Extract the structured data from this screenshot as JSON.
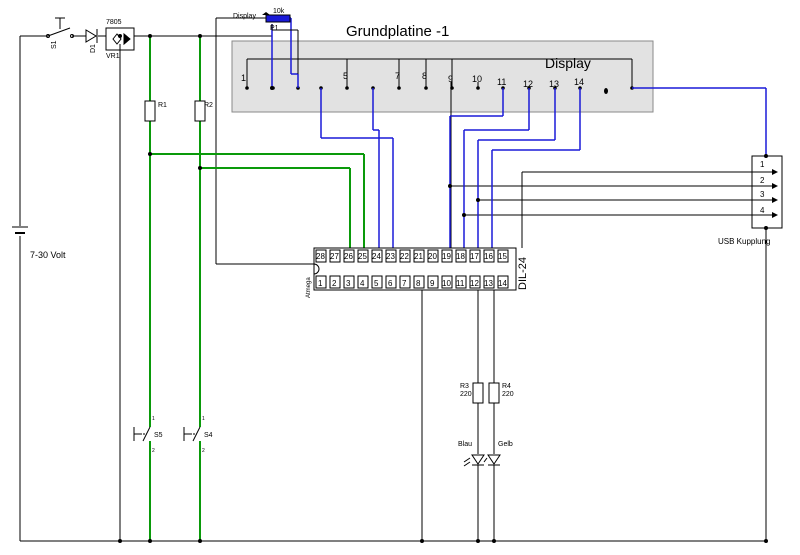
{
  "title": "Grundplatine -1",
  "display": {
    "label": "Display",
    "pins": [
      "1",
      "5",
      "7",
      "8",
      "9",
      "10",
      "11",
      "12",
      "13",
      "14"
    ]
  },
  "pot": {
    "label": "Display",
    "name": "P1",
    "value": "10k"
  },
  "regulator": {
    "type": "7805",
    "ref": "VR1"
  },
  "diode": "D1",
  "switch_main": "S1",
  "battery": "7-30 Volt",
  "resistors": {
    "r1": {
      "ref": "R1"
    },
    "r2": {
      "ref": "R2"
    },
    "r3": {
      "ref": "R3",
      "value": "220"
    },
    "r4": {
      "ref": "R4",
      "value": "220"
    }
  },
  "chip": {
    "package": "DIL-24",
    "name": "Atmega",
    "top_pins": [
      "28",
      "27",
      "26",
      "25",
      "24",
      "23",
      "22",
      "21",
      "20",
      "19",
      "18",
      "17",
      "16",
      "15"
    ],
    "bottom_pins": [
      "1",
      "2",
      "3",
      "4",
      "5",
      "6",
      "7",
      "8",
      "9",
      "10",
      "11",
      "12",
      "13",
      "14"
    ]
  },
  "usb": {
    "label": "USB Kupplung",
    "pins": [
      "1",
      "2",
      "3",
      "4"
    ]
  },
  "buttons": {
    "s4": "S4",
    "s5": "S5"
  },
  "leds": {
    "blau": "Blau",
    "gelb": "Gelb"
  },
  "terminal_marks": {
    "one": "1",
    "two": "2"
  }
}
